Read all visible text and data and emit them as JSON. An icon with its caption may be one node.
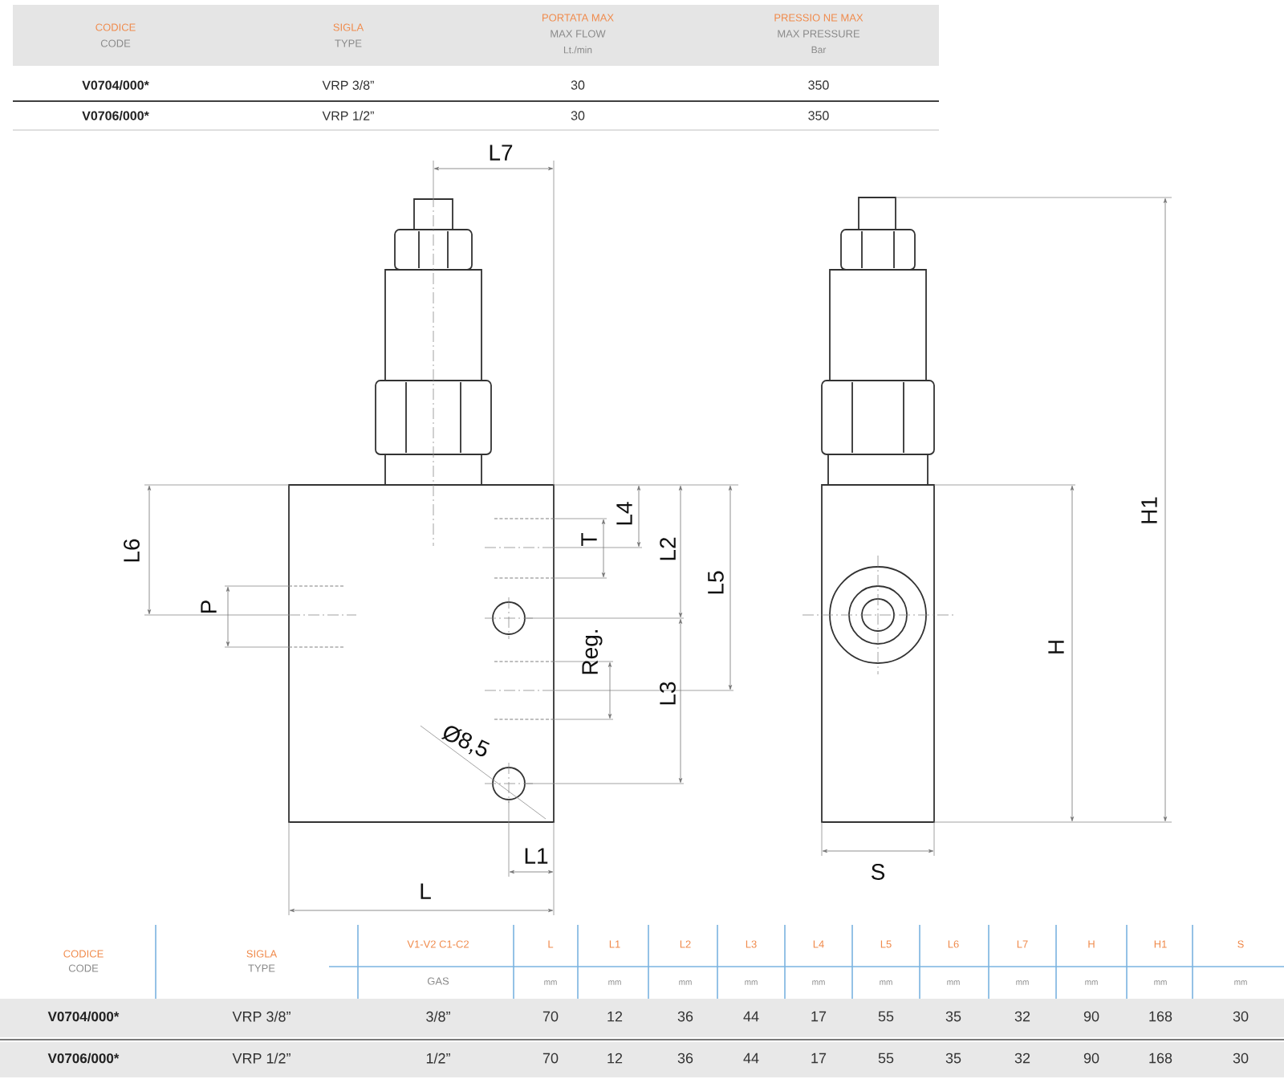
{
  "diagram": {
    "labels": [
      "CODICE",
      "SIGLA",
      "PORTATA MAX",
      "PRESSIO NE MAX",
      "CODE",
      "TYPE",
      "MAX FLOW",
      "MAX PRESSURE",
      "Lt./min",
      "Bar",
      "V0704/000*",
      "VRP 3/8”",
      "30",
      "350",
      "V0706/000*",
      "VRP 1/2”",
      "30",
      "350",
      "L7",
      "L4",
      "H1",
      "L6",
      "T",
      "L2",
      "L5",
      "P",
      "H",
      "Reg.",
      "L3",
      "Ø8,5",
      "L1",
      "S",
      "L",
      "CODICE",
      "SIGLA",
      "V1-V2 C1-C2",
      "L",
      "L1",
      "L2",
      "L3",
      "L4",
      "L5",
      "L6",
      "L7",
      "H",
      "H1",
      "S",
      "CODE",
      "TYPE",
      "GAS",
      "mm",
      "mm",
      "mm",
      "mm",
      "mm",
      "mm",
      "mm",
      "mm",
      "mm",
      "mm",
      "mm",
      "V0704/000*",
      "VRP 3/8”",
      "3/8”",
      "70",
      "12",
      "36",
      "44",
      "17",
      "55",
      "35",
      "32",
      "90",
      "168",
      "30",
      "V0706/000*",
      "VRP 1/2”",
      "1/2”",
      "70",
      "12",
      "36",
      "44",
      "17",
      "55",
      "35",
      "32",
      "90",
      "168",
      "30"
    ]
  }
}
